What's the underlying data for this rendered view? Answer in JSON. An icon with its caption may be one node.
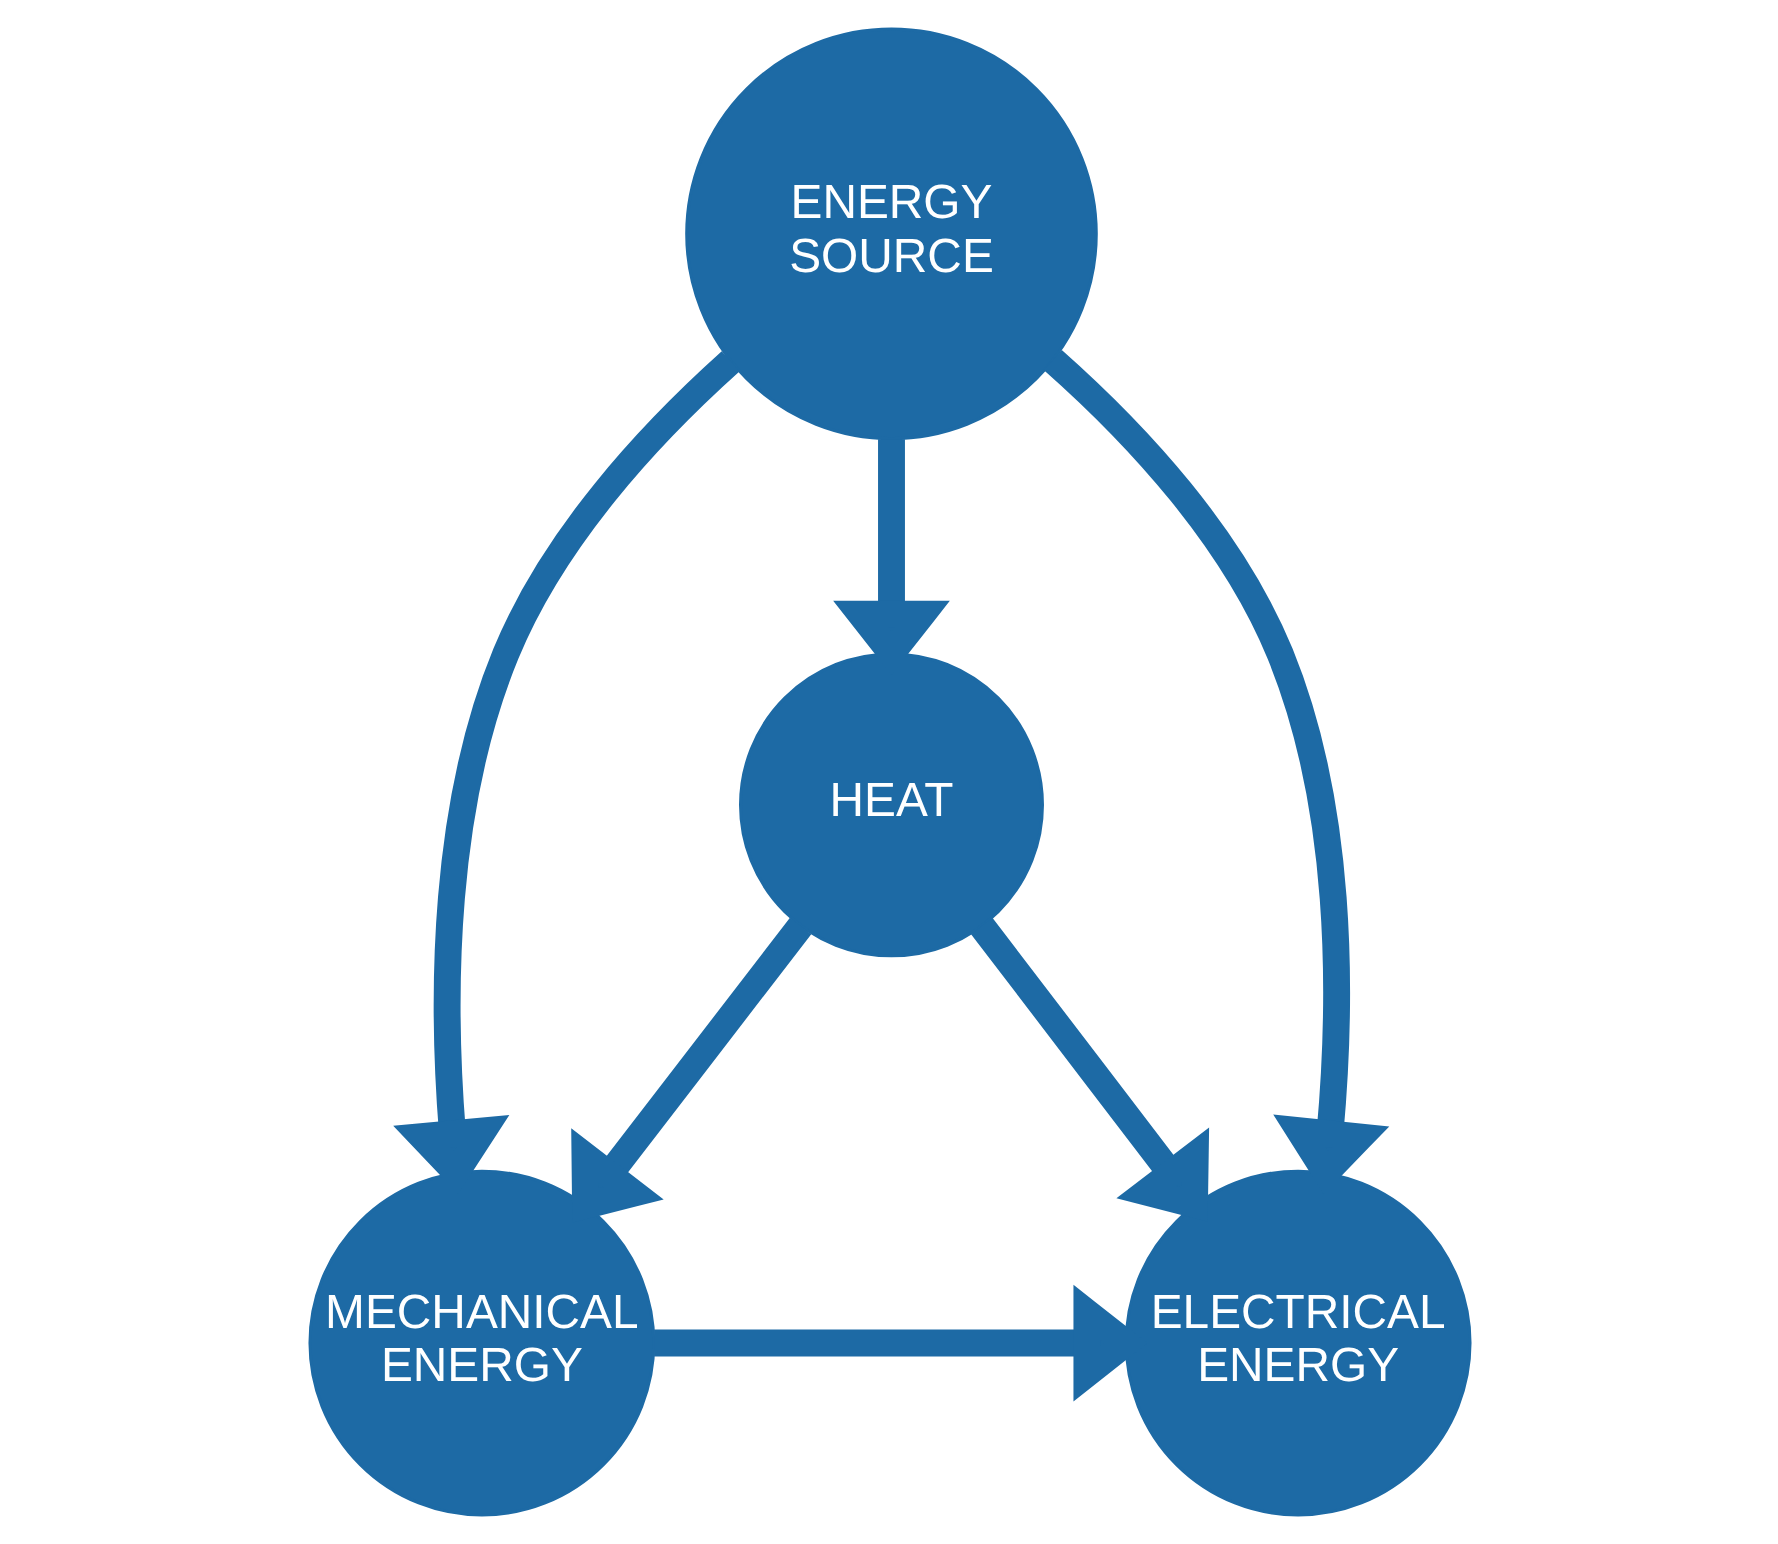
{
  "diagram": {
    "nodes": [
      {
        "text": [
          "ENERGY SOURCE"
        ]
      },
      {
        "text": [
          "HEAT"
        ]
      },
      {
        "text": [
          "MECHANICAL ENERGY"
        ]
      },
      {
        "text": [
          "ELECTRICAL ENERGY"
        ]
      }
    ],
    "edges": [
      {
        "from": 0,
        "to": 2,
        "arrow": "to"
      },
      {
        "from": 0,
        "to": 1,
        "arrow": "to"
      },
      {
        "from": 0,
        "to": 3,
        "arrow": "to"
      },
      {
        "from": 1,
        "to": 2,
        "arrow": "to"
      },
      {
        "from": 1,
        "to": 3,
        "arrow": "to"
      },
      {
        "from": 2,
        "to": 3,
        "arrow": "to"
      }
    ]
  }
}
